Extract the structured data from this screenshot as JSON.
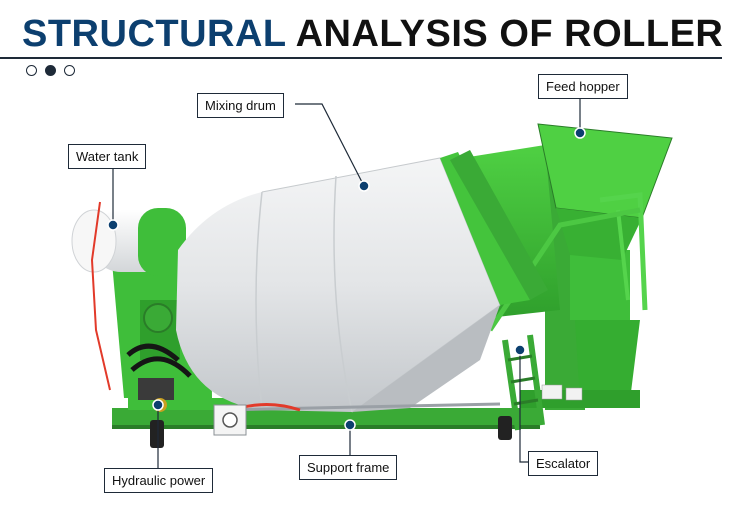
{
  "title": {
    "highlight": "STRUCTURAL",
    "rest": "ANALYSIS OF ROLLER"
  },
  "carousel": {
    "count": 3,
    "active_index": 1
  },
  "labels": {
    "feed_hopper": "Feed hopper",
    "mixing_drum": "Mixing drum",
    "water_tank": "Water tank",
    "hydraulic_power": "Hydraulic power",
    "support_frame": "Support frame",
    "escalator": "Escalator"
  },
  "colors": {
    "accent": "#0c3f6f",
    "machine_green": "#3fbe3a",
    "drum_white": "#e6e8ea",
    "callout_line": "#1e2a38"
  }
}
